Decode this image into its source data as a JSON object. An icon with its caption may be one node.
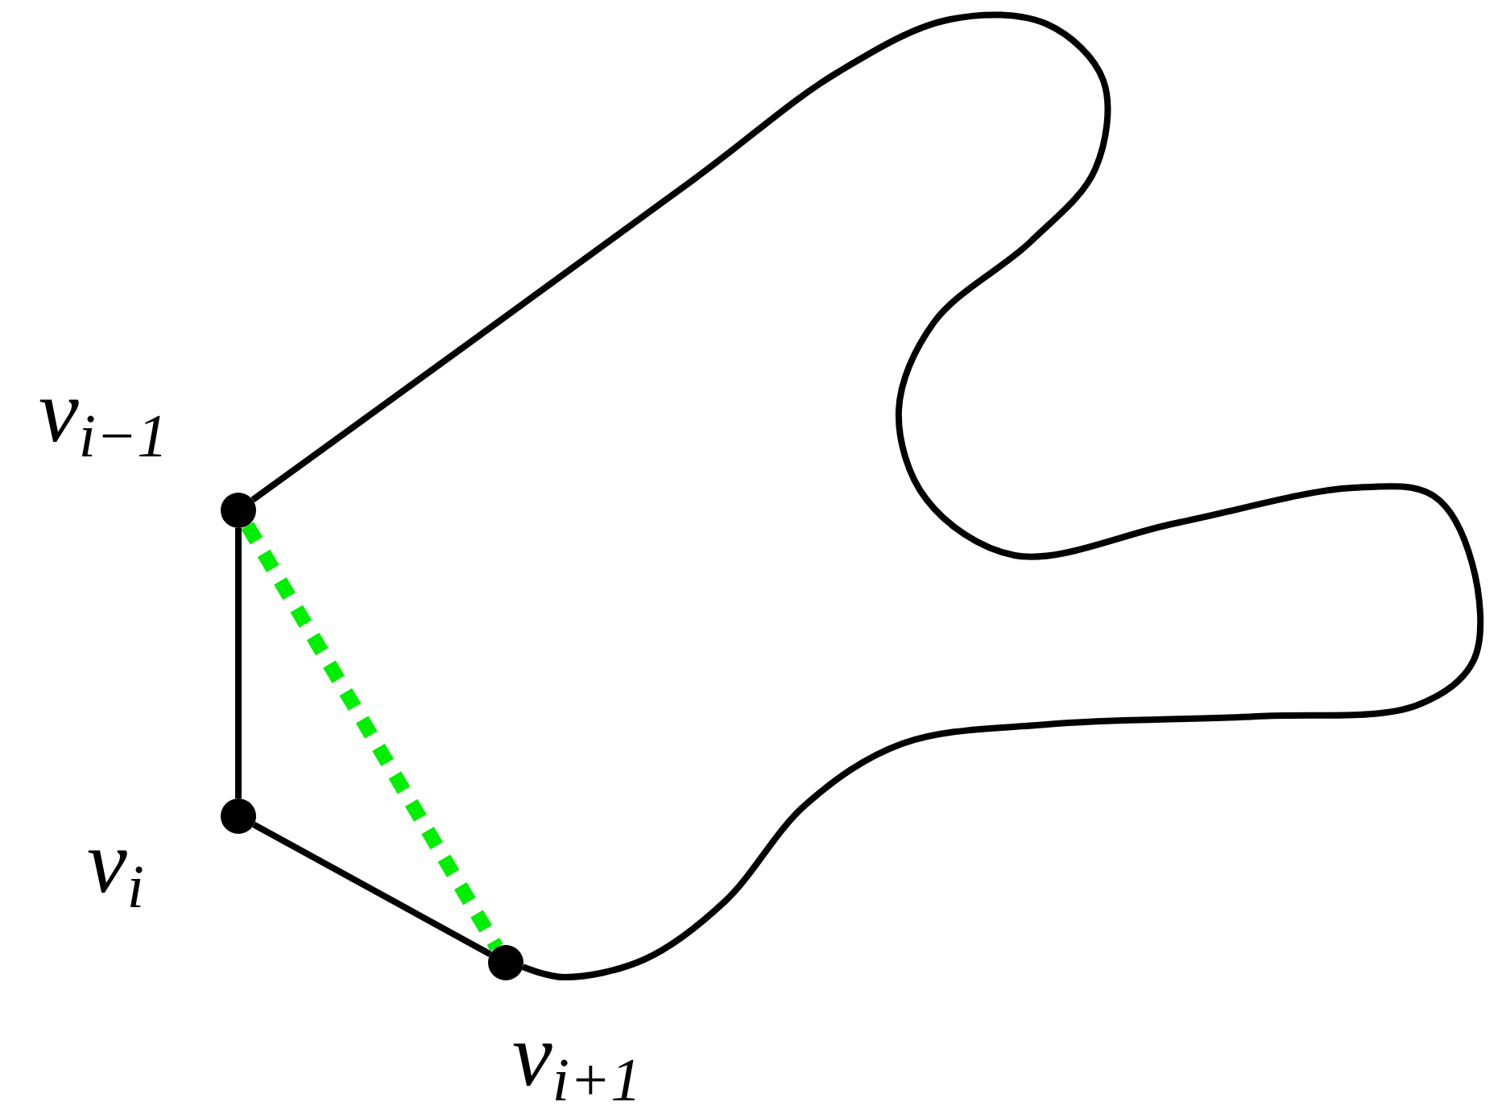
{
  "diagram": {
    "nodes": [
      {
        "text": [],
        "shape": "circle",
        "beside": [
          "v$_{i−1}$"
        ]
      },
      {
        "text": [],
        "shape": "circle",
        "beside": [
          "v$_{i}$"
        ]
      },
      {
        "text": [],
        "shape": "circle",
        "beside": [
          "v$_{i+1}$"
        ]
      }
    ],
    "edges": [
      {
        "from": 0,
        "to": 1,
        "arrow": "none"
      },
      {
        "from": 1,
        "to": 2,
        "arrow": "none"
      },
      {
        "from": 2,
        "to": 0,
        "arrow": "none"
      },
      {
        "from": 0,
        "to": 2,
        "arrow": "none",
        "style": "dashed",
        "color": "#00ee00"
      }
    ]
  }
}
